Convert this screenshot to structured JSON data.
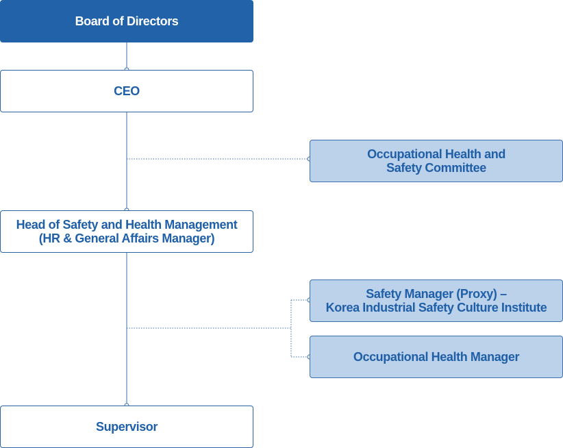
{
  "diagram": {
    "board": {
      "label": "Board of Directors"
    },
    "ceo": {
      "label": "CEO"
    },
    "committee": {
      "lines": [
        "Occupational Health and",
        "Safety Committee"
      ]
    },
    "head": {
      "lines": [
        "Head of Safety and Health Management",
        "(HR & General Affairs Manager)"
      ]
    },
    "safety_manager": {
      "lines": [
        "Safety Manager (Proxy) –",
        "Korea Industrial Safety Culture Institute"
      ]
    },
    "health_manager": {
      "label": "Occupational Health Manager"
    },
    "supervisor": {
      "label": "Supervisor"
    }
  },
  "colors": {
    "primary": "#2262a9",
    "text": "#1f5fa8",
    "side_fill": "#bcd1ea",
    "connector": "#3a6fb0"
  }
}
